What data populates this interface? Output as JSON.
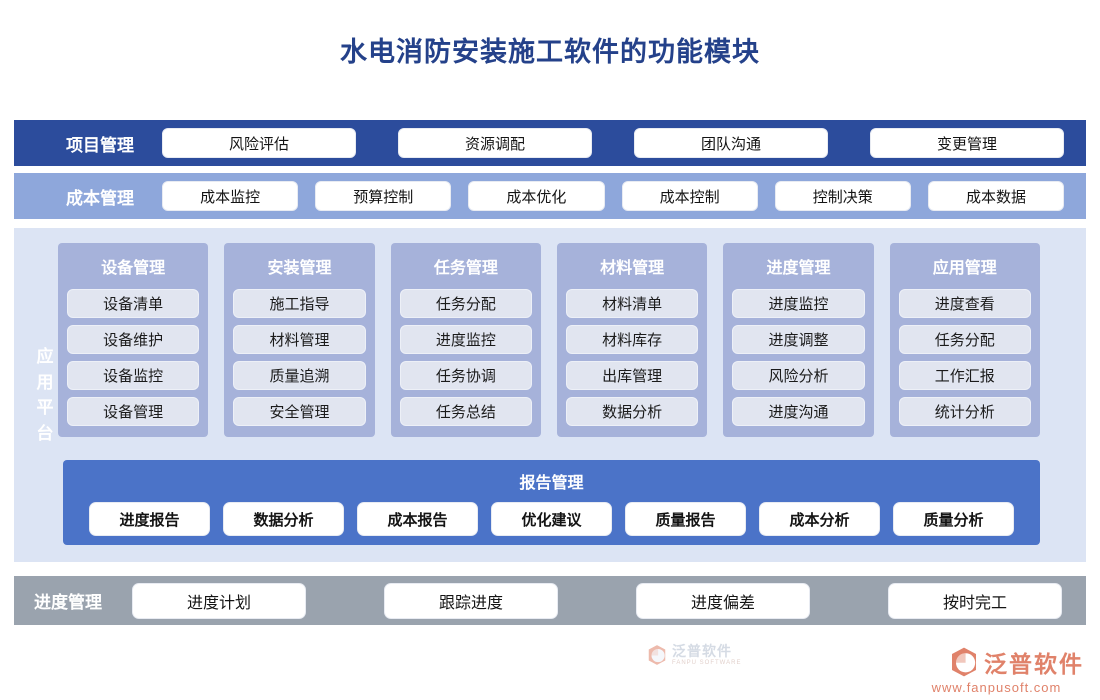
{
  "title": "水电消防安装施工软件的功能模块",
  "rows": [
    {
      "label": "项目管理",
      "items": [
        "风险评估",
        "资源调配",
        "团队沟通",
        "变更管理"
      ]
    },
    {
      "label": "成本管理",
      "items": [
        "成本监控",
        "预算控制",
        "成本优化",
        "成本控制",
        "控制决策",
        "成本数据"
      ]
    }
  ],
  "platform": {
    "label": "应用平台",
    "columns": [
      {
        "header": "设备管理",
        "items": [
          "设备清单",
          "设备维护",
          "设备监控",
          "设备管理"
        ]
      },
      {
        "header": "安装管理",
        "items": [
          "施工指导",
          "材料管理",
          "质量追溯",
          "安全管理"
        ]
      },
      {
        "header": "任务管理",
        "items": [
          "任务分配",
          "进度监控",
          "任务协调",
          "任务总结"
        ]
      },
      {
        "header": "材料管理",
        "items": [
          "材料清单",
          "材料库存",
          "出库管理",
          "数据分析"
        ]
      },
      {
        "header": "进度管理",
        "items": [
          "进度监控",
          "进度调整",
          "风险分析",
          "进度沟通"
        ]
      },
      {
        "header": "应用管理",
        "items": [
          "进度查看",
          "任务分配",
          "工作汇报",
          "统计分析"
        ]
      }
    ],
    "report": {
      "header": "报告管理",
      "items": [
        "进度报告",
        "数据分析",
        "成本报告",
        "优化建议",
        "质量报告",
        "成本分析",
        "质量分析"
      ]
    }
  },
  "bottom_row": {
    "label": "进度管理",
    "items": [
      "进度计划",
      "跟踪进度",
      "进度偏差",
      "按时完工"
    ]
  },
  "watermark": {
    "brand": "泛普软件",
    "sub": "FANPU SOFTWARE"
  },
  "footer": {
    "brand": "泛普软件",
    "url": "www.fanpusoft.com"
  },
  "colors": {
    "title": "#24418a",
    "band1": "#2c4c9c",
    "band2": "#8ea7db",
    "panel": "#dce4f4",
    "column": "#a6b2da",
    "chip": "#e1e5f0",
    "report": "#4b73c8",
    "band3": "#9aa3ae",
    "brand": "#e0826a"
  }
}
